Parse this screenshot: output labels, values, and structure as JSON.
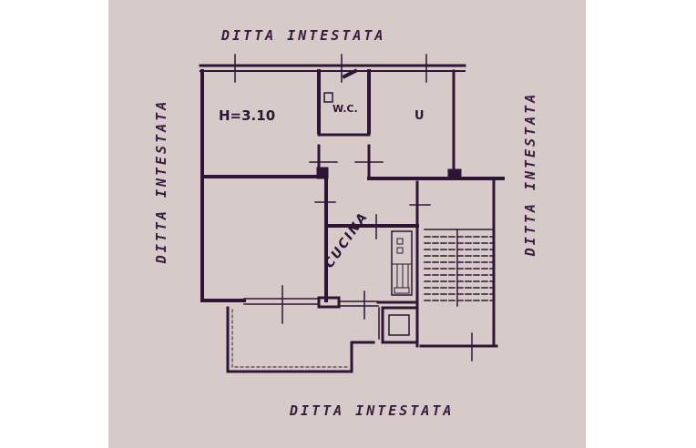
{
  "floorplan": {
    "labels": {
      "top": "DITTA INTESTATA",
      "left": "DITTA INTESTATA",
      "right": "DITTA INTESTATA",
      "bottom": "DITTA INTESTATA"
    },
    "rooms": {
      "room_height": "H=3.10",
      "wc": "W.C.",
      "kitchen": "CUCINA",
      "room_right_mark": "U"
    },
    "colors": {
      "paper": "#d6cbc9",
      "ink": "#2e1535",
      "margin": "#ffffff"
    }
  }
}
